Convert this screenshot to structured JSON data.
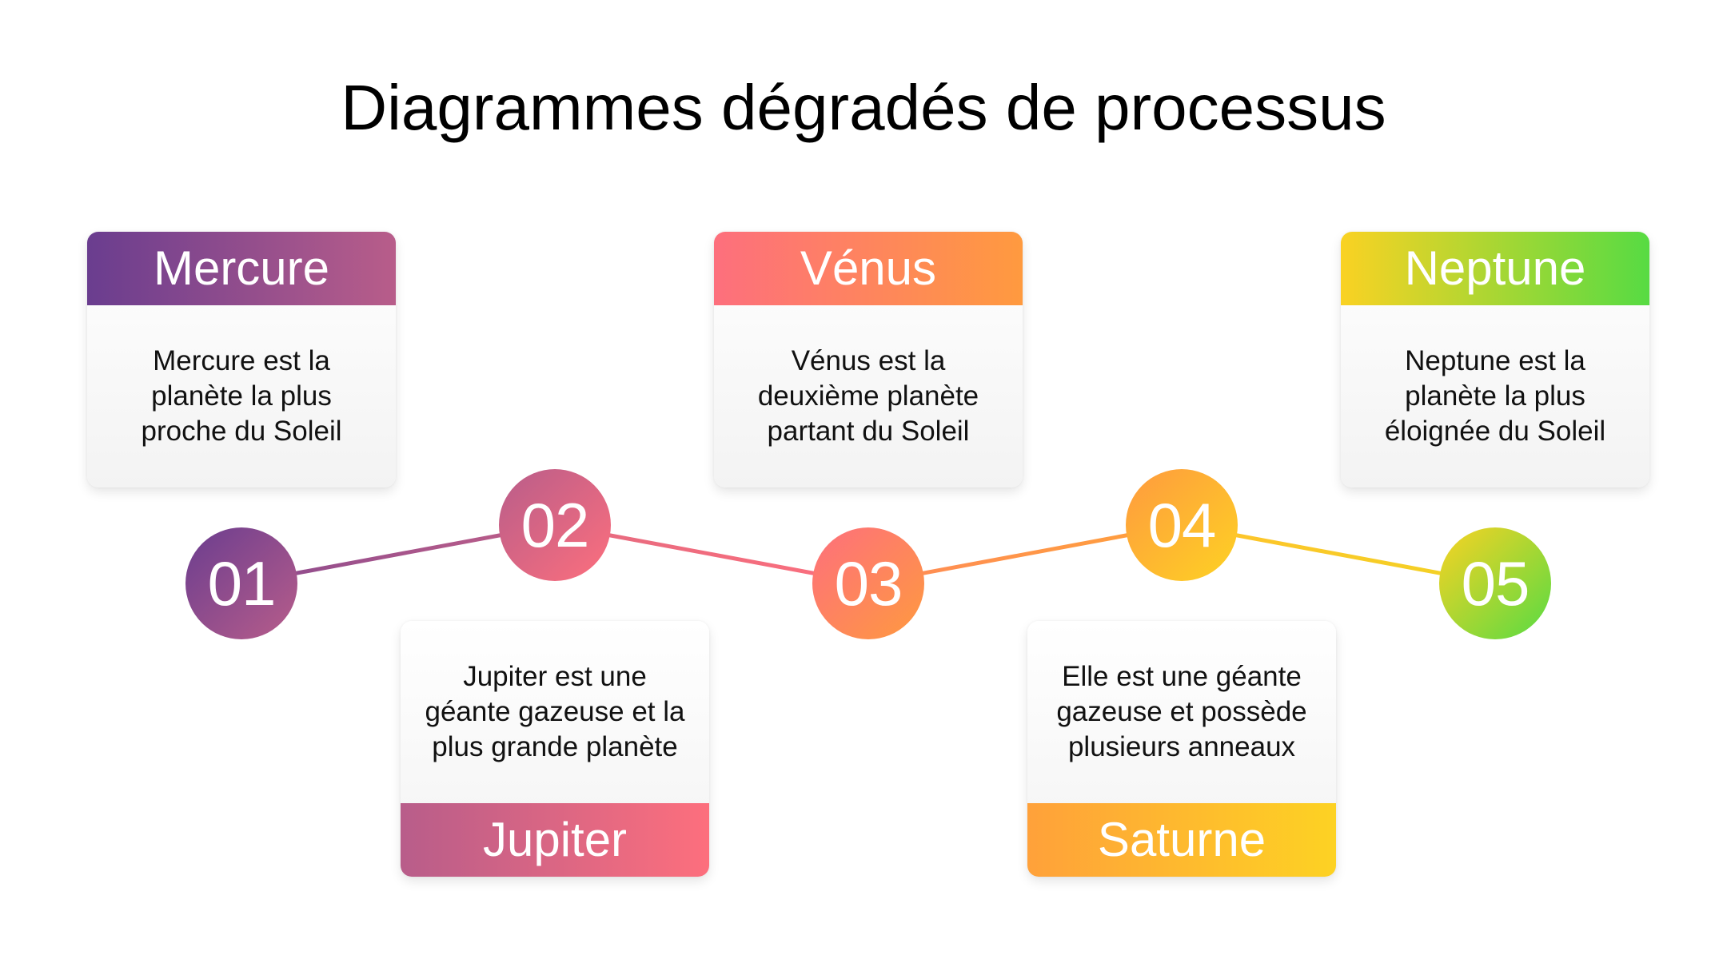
{
  "title": "Diagrammes dégradés de processus",
  "steps": [
    {
      "number": "01",
      "name": "Mercure",
      "description": "Mercure est la planète la plus proche du Soleil",
      "card_position": "top",
      "colors": [
        "#6a3d8f",
        "#b85d8a"
      ]
    },
    {
      "number": "02",
      "name": "Jupiter",
      "description": "Jupiter est une géante gazeuse et la plus grande planète",
      "card_position": "bottom",
      "colors": [
        "#b85d8a",
        "#fd6f7d"
      ]
    },
    {
      "number": "03",
      "name": "Vénus",
      "description": "Vénus est la deuxième planète partant du Soleil",
      "card_position": "top",
      "colors": [
        "#fd6f7d",
        "#ff9a3f"
      ]
    },
    {
      "number": "04",
      "name": "Saturne",
      "description": "Elle est une géante gazeuse et possède plusieurs anneaux",
      "card_position": "bottom",
      "colors": [
        "#ff9a3f",
        "#fdd223"
      ]
    },
    {
      "number": "05",
      "name": "Neptune",
      "description": "Neptune est la planète la plus éloignée du Soleil",
      "card_position": "top",
      "colors": [
        "#fad223",
        "#57db43"
      ]
    }
  ]
}
